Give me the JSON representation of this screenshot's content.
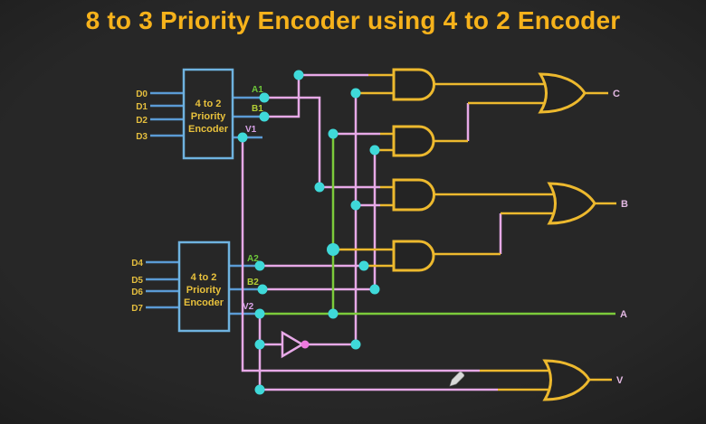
{
  "title": "8 to 3 Priority Encoder using 4 to 2 Encoder",
  "colors": {
    "background": "#242424",
    "title": "#F6B21B",
    "encoder_box_border": "#6FB3E0",
    "encoder_box_text": "#E8C13C",
    "input_wire_blue": "#5B9BD5",
    "routing_wire_pink": "#E7A9E7",
    "v2_wire_green": "#7CCB3B",
    "gate_yellow": "#EDB92E",
    "junction_dot_cyan": "#3FD9D9",
    "not_bubble_magenta": "#EE7ADE",
    "label_a_green": "#6EC83A",
    "label_b_yellowgreen": "#B4CF36",
    "label_v_violet": "#D9A3E8",
    "output_label_pink": "#E2B8E2"
  },
  "encoder1": {
    "label_line1": "4 to 2",
    "label_line2": "Priority",
    "label_line3": "Encoder",
    "inputs": [
      "D0",
      "D1",
      "D2",
      "D3"
    ],
    "outputs": [
      "A1",
      "B1",
      "V1"
    ]
  },
  "encoder2": {
    "label_line1": "4 to 2",
    "label_line2": "Priority",
    "label_line3": "Encoder",
    "inputs": [
      "D4",
      "D5",
      "D6",
      "D7"
    ],
    "outputs": [
      "A2",
      "B2",
      "V2"
    ]
  },
  "final_outputs": {
    "c": "C",
    "b": "B",
    "a": "A",
    "v": "V"
  },
  "gates": {
    "and_count": 4,
    "or_count": 3,
    "not_count": 1
  },
  "icons": {
    "cursor": "pencil-cursor-icon"
  }
}
